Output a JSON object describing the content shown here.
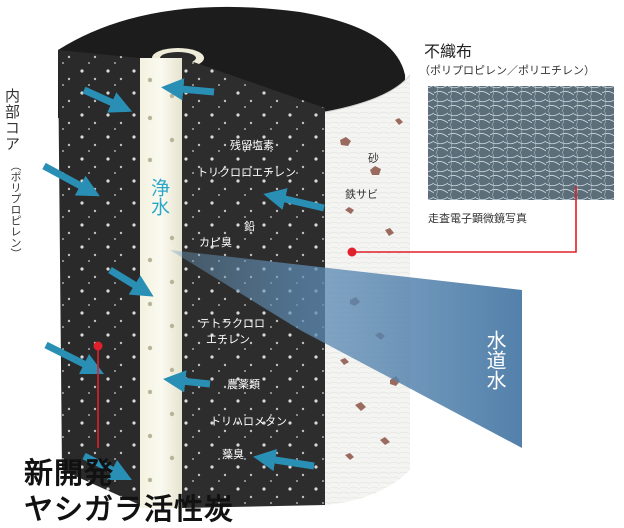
{
  "filter_layer": {
    "title": "不織布",
    "subtitle": "（ポリプロピレン／ポリエチレン）",
    "sem_caption": "走査電子顕微鏡写真"
  },
  "inner_core": {
    "label": "内部コア",
    "subtitle": "（ポリプロピレン）"
  },
  "pure_water": "浄水",
  "tap_water": "水道水",
  "carbon_label": {
    "line1": "新開発",
    "line2": "ヤシガラ活性炭"
  },
  "removed_substances_carbon": [
    "残留塩素",
    "トリクロロエチレン",
    "鉛",
    "カビ臭",
    "テトラクロロ",
    "エチレン",
    "農薬類",
    "トリハロメタン",
    "藻臭"
  ],
  "removed_substances_outer": [
    "砂",
    "鉄サビ"
  ],
  "colors": {
    "carbon": "#2b2b2b",
    "pure_water_text": "#2aa7c9",
    "arrow": "#2a8fb4",
    "tap_water_band": "#4f7fa8",
    "leader_line": "#e0202a"
  }
}
